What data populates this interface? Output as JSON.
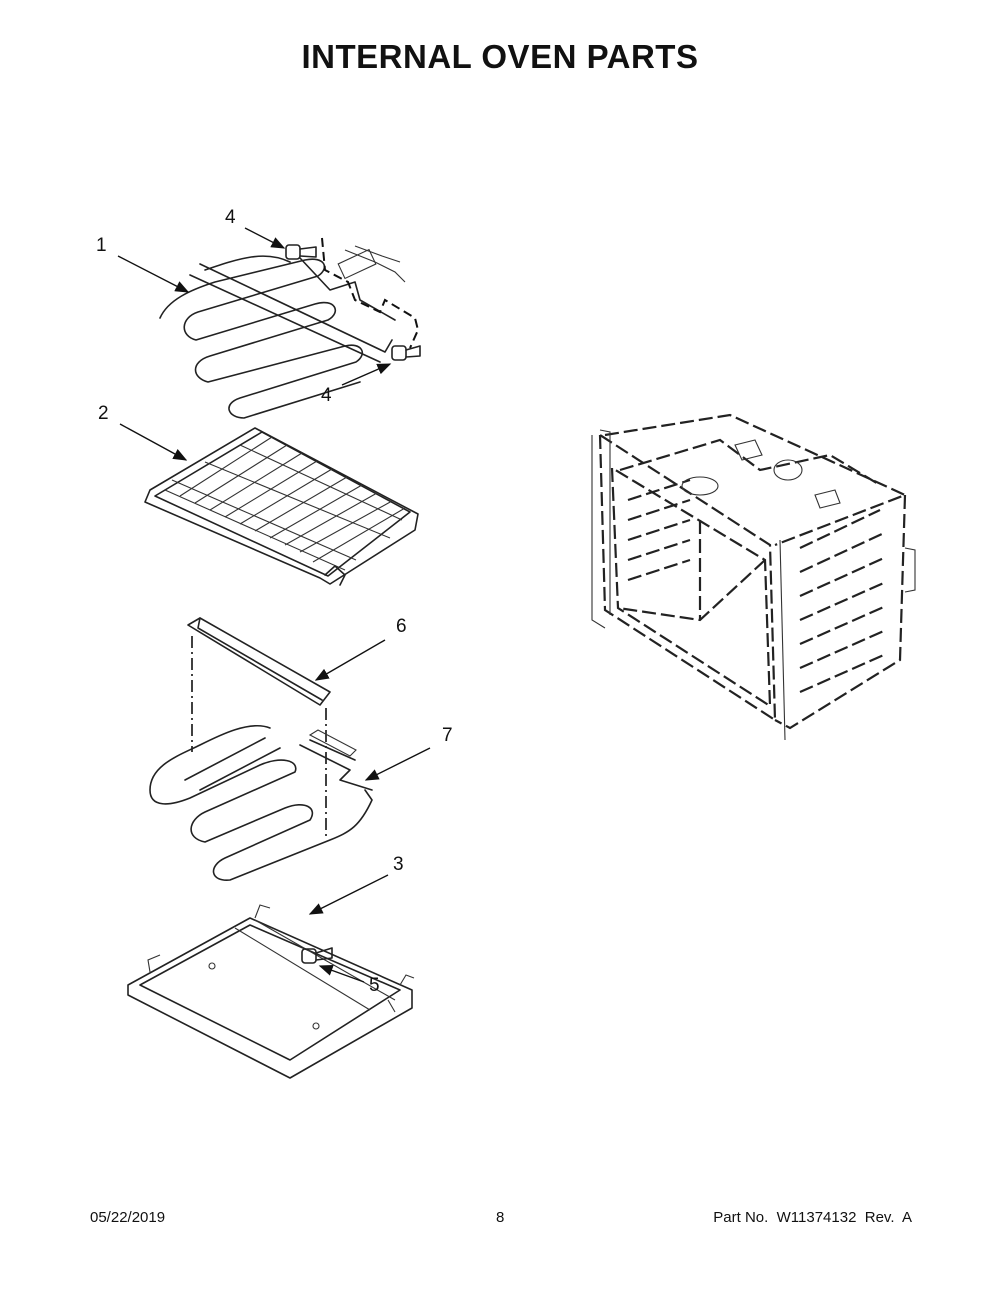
{
  "title": "INTERNAL OVEN PARTS",
  "callouts": [
    {
      "id": "c1",
      "label": "1"
    },
    {
      "id": "c2",
      "label": "2"
    },
    {
      "id": "c3",
      "label": "3"
    },
    {
      "id": "c4a",
      "label": "4"
    },
    {
      "id": "c4b",
      "label": "4"
    },
    {
      "id": "c5",
      "label": "5"
    },
    {
      "id": "c6",
      "label": "6"
    },
    {
      "id": "c7",
      "label": "7"
    }
  ],
  "footer": {
    "date": "05/22/2019",
    "page": "8",
    "part_no": "Part No.  W11374132  Rev.  A"
  }
}
